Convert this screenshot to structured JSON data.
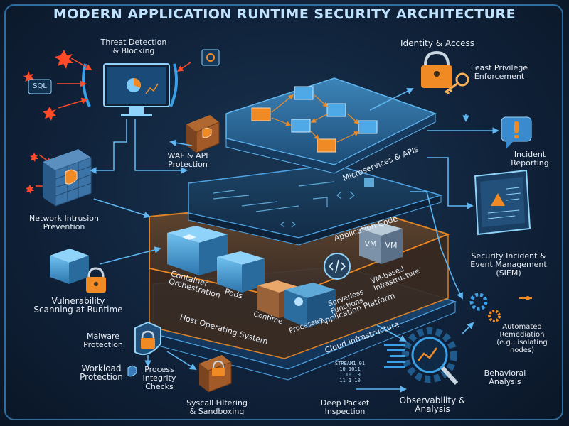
{
  "title": "MODERN APPLICATION RUNTIME SECURITY ARCHITECTURE",
  "labels": {
    "threat_detection": "Threat Detection\n& Blocking",
    "identity_access": "Identity & Access",
    "least_privilege": "Least Privilege\nEnforcement",
    "waf_api": "WAF & API\nProtection",
    "incident_reporting": "Incident\nReporting",
    "network_intrusion": "Network Intrusion\nPrevention",
    "siem": "Security Incident &\nEvent Management\n(SIEM)",
    "vulnerability_scanning": "Vulnerability\nScanning  at Runtime",
    "automated_remediation": "Automated\nRemediation\n(e.g., isolating\nnodes)",
    "malware_protection": "Malware\nProtection",
    "workload_protection": "Workload\nProtection",
    "process_integrity": "Process\nIntegrity\nChecks",
    "syscall_filtering": "Syscall Filtering\n& Sandboxing",
    "deep_packet": "Deep Packet\nInspection",
    "observability": "Observability &\nAnalysis",
    "behavioral_analysis": "Behavioral\nAnalysis"
  },
  "layers": {
    "microservices": "Microservices & APIs",
    "application_code": "Application Code",
    "application_platform": "Application Platform",
    "host_os": "Host Operating System",
    "cloud_infra": "Cloud Infrastructure"
  },
  "platform_items": {
    "container_orchestration": "Container\nOrchestration",
    "pods": "Pods",
    "contime": "Contime",
    "processes": "Processes",
    "serverless": "Serverless\nFunctions",
    "vm_based": "VM-based\nInfrastructure",
    "vm_badge": "VM"
  },
  "glyphs": {
    "sql": "SQL",
    "data_stream": "STREAM1 01\n10 1011\n1 10 10\n11 1 10"
  },
  "colors": {
    "accent_blue": "#3aa0e8",
    "accent_orange": "#f08a24",
    "panel_blue": "#1e5f8f",
    "threat_red": "#ff4a2a"
  }
}
